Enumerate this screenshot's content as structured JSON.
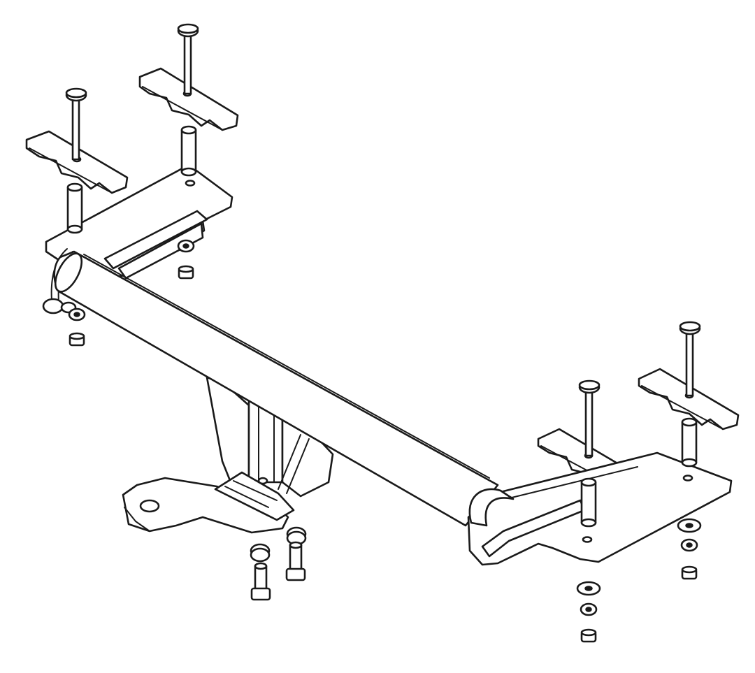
{
  "diagram": {
    "kind": "exploded-assembly-line-drawing",
    "subject_icon": "tow-bar-hitch-icon",
    "line_color": "#1a1a1a",
    "background_color": "#ffffff",
    "components": [
      "left-rear-clamp-plate",
      "left-front-clamp-plate",
      "left-mounting-bracket",
      "right-rear-clamp-plate",
      "right-front-clamp-plate",
      "right-mounting-bracket",
      "cross-bar-tube",
      "tow-ball-mount",
      "bolt",
      "spacer-sleeve",
      "washer",
      "nut"
    ],
    "bolt_count": 6,
    "nut_count": 8,
    "spacer_count": 4
  }
}
